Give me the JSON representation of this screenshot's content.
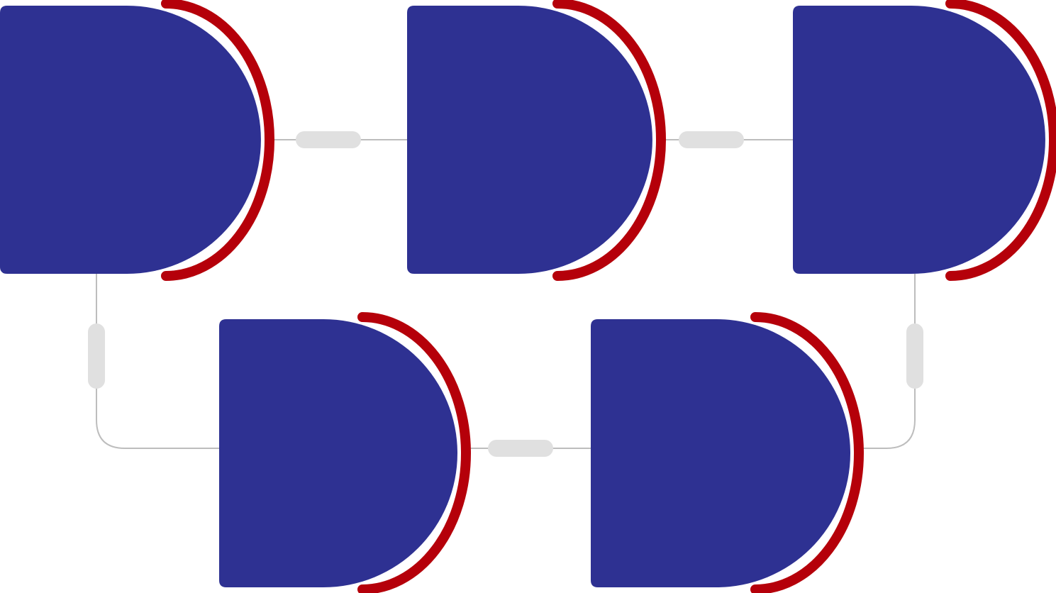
{
  "diagram": {
    "type": "process-flow",
    "node_count": 5,
    "colors": {
      "node_fill": "#2e3192",
      "node_arc": "#b5000a",
      "connector_line": "#bdbdbd",
      "connector_pill": "#e0e0e0",
      "background": "#ffffff"
    },
    "nodes": [
      {
        "id": "step-1",
        "label": ""
      },
      {
        "id": "step-2",
        "label": ""
      },
      {
        "id": "step-3",
        "label": ""
      },
      {
        "id": "step-4",
        "label": ""
      },
      {
        "id": "step-5",
        "label": ""
      }
    ],
    "connectors": [
      {
        "from": "step-1",
        "to": "step-2"
      },
      {
        "from": "step-2",
        "to": "step-3"
      },
      {
        "from": "step-3",
        "to": "step-5"
      },
      {
        "from": "step-5",
        "to": "step-4"
      },
      {
        "from": "step-4",
        "to": "step-1"
      }
    ]
  }
}
